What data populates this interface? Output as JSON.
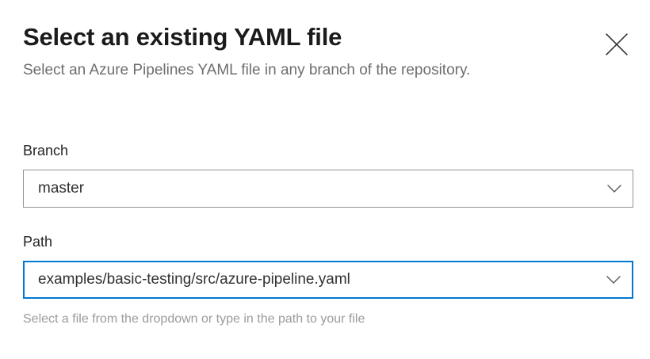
{
  "dialog": {
    "title": "Select an existing YAML file",
    "subtitle": "Select an Azure Pipelines YAML file in any branch of the repository.",
    "close_label": "Close"
  },
  "form": {
    "branch": {
      "label": "Branch",
      "value": "master",
      "placeholder": "Select a branch",
      "focused": false
    },
    "path": {
      "label": "Path",
      "value": "examples/basic-testing/src/azure-pipeline.yaml",
      "placeholder": "Select a path",
      "hint": "Select a file from the dropdown or type in the path to your file",
      "focused": true
    }
  },
  "icons": {
    "close": "close-icon",
    "chevron": "chevron-down-icon"
  },
  "colors": {
    "accent": "#0078d4",
    "border": "#949494",
    "title": "#1b1b1b",
    "subtitle": "#6e6e6e",
    "label": "#252525",
    "value": "#323130",
    "hint": "#9b9b9b",
    "background": "#ffffff"
  }
}
